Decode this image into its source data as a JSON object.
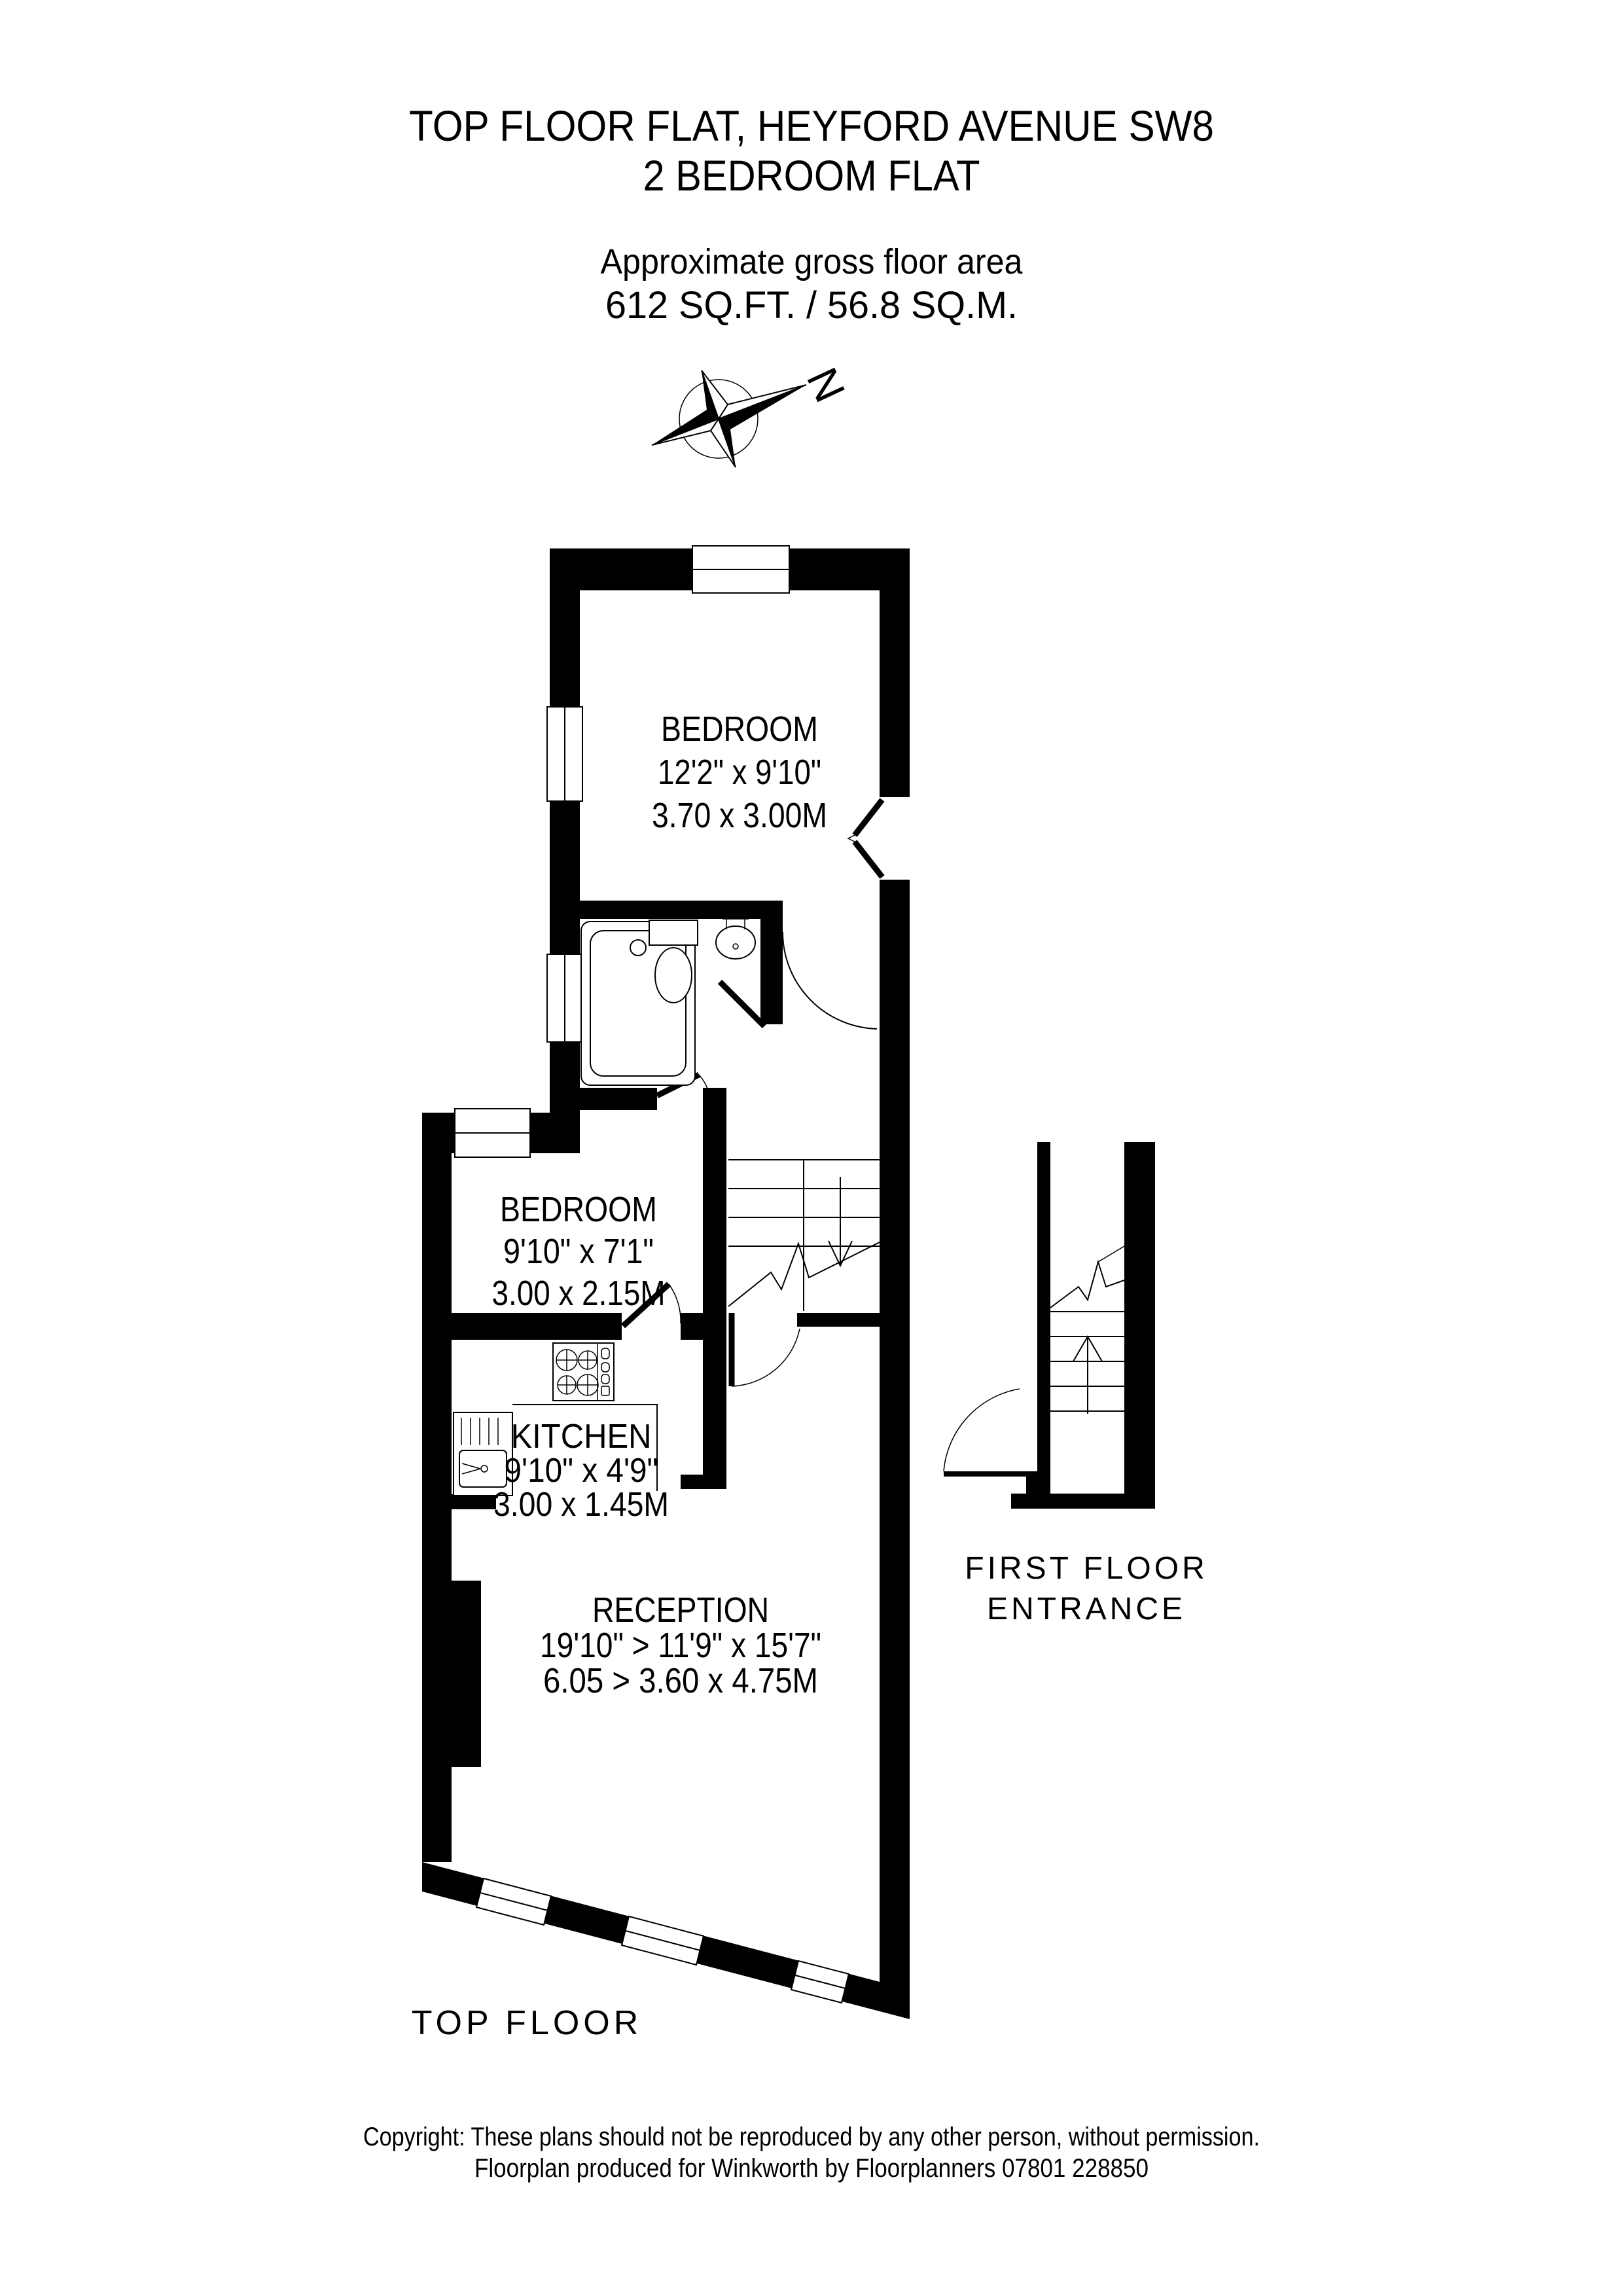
{
  "header": {
    "title_line1": "TOP FLOOR FLAT, HEYFORD AVENUE SW8",
    "title_line2": "2 BEDROOM FLAT",
    "area_line1": "Approximate gross floor area",
    "area_line2": "612 SQ.FT. / 56.8 SQ.M."
  },
  "compass": {
    "north_label": "N"
  },
  "rooms": {
    "bedroom1": {
      "name": "BEDROOM",
      "dims_imperial": "12'2\" x 9'10\"",
      "dims_metric": "3.70 x 3.00M"
    },
    "bedroom2": {
      "name": "BEDROOM",
      "dims_imperial": "9'10\" x 7'1\"",
      "dims_metric": "3.00 x 2.15M"
    },
    "kitchen": {
      "name": "KITCHEN",
      "dims_imperial": "9'10\" x 4'9\"",
      "dims_metric": "3.00 x 1.45M"
    },
    "reception": {
      "name": "RECEPTION",
      "dims_imperial": "19'10\" > 11'9\" x 15'7\"",
      "dims_metric": "6.05 > 3.60 x 4.75M"
    }
  },
  "labels": {
    "floor_label": "TOP FLOOR",
    "entrance_line1": "FIRST FLOOR",
    "entrance_line2": "ENTRANCE"
  },
  "footer": {
    "line1": "Copyright: These plans should not be reproduced by any other person, without permission.",
    "line2": "Floorplan produced for Winkworth by Floorplanners 07801 228850"
  }
}
